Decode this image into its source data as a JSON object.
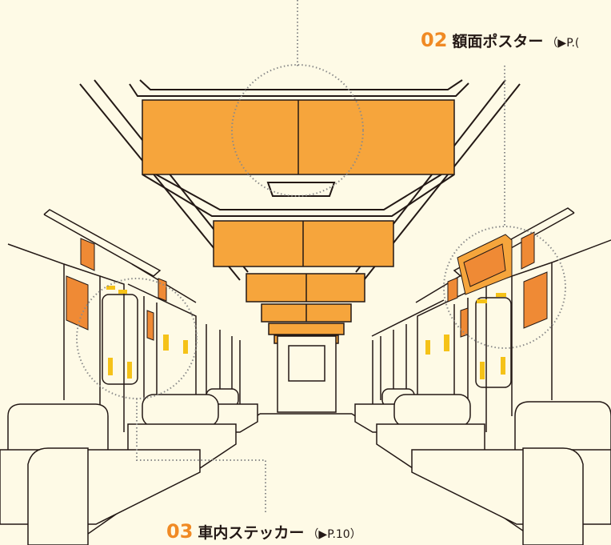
{
  "colors": {
    "background": "#fefae6",
    "line": "#231815",
    "poster": "#f6a53c",
    "poster_dark": "#ef8a35",
    "sticker": "#f5c218",
    "callout_number": "#f08a24",
    "dotted": "#8a8a8a"
  },
  "callouts": {
    "frame_poster": {
      "number": "02",
      "text": "額面ポスター",
      "ref": "（▶P.("
    },
    "sticker": {
      "number": "03",
      "text": "車内ステッカー",
      "ref": "（▶P.10）"
    }
  }
}
